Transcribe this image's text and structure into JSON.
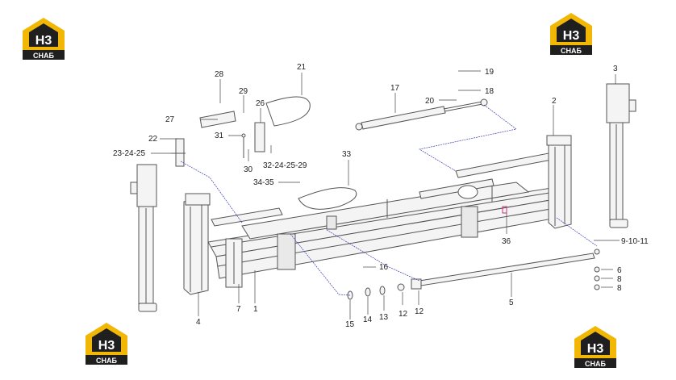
{
  "logo": {
    "mark": "H3",
    "word": "СНАБ",
    "colors": {
      "yellow": "#f2b705",
      "dark": "#1f1f1f",
      "white": "#ffffff"
    }
  },
  "callouts": {
    "c1": "1",
    "c2": "2",
    "c3": "3",
    "c4": "4",
    "c5": "5",
    "c6": "6",
    "c7": "7",
    "c8a": "8",
    "c8b": "8",
    "c9": "9-10-11",
    "c12a": "12",
    "c12b": "12",
    "c13": "13",
    "c14": "14",
    "c15": "15",
    "c16": "16",
    "c17": "17",
    "c18": "18",
    "c19": "19",
    "c20": "20",
    "c21": "21",
    "c22": "22",
    "c23": "23-24-25",
    "c26": "26",
    "c27": "27",
    "c28": "28",
    "c29": "29",
    "c30": "30",
    "c31": "31",
    "c32": "32-24-25-29",
    "c33": "33",
    "c34": "34-35",
    "c36": "36"
  },
  "colors": {
    "line": "#555555",
    "leader": "#3b3bb0",
    "accent": "#c8327a",
    "fill": "#f4f4f4"
  }
}
